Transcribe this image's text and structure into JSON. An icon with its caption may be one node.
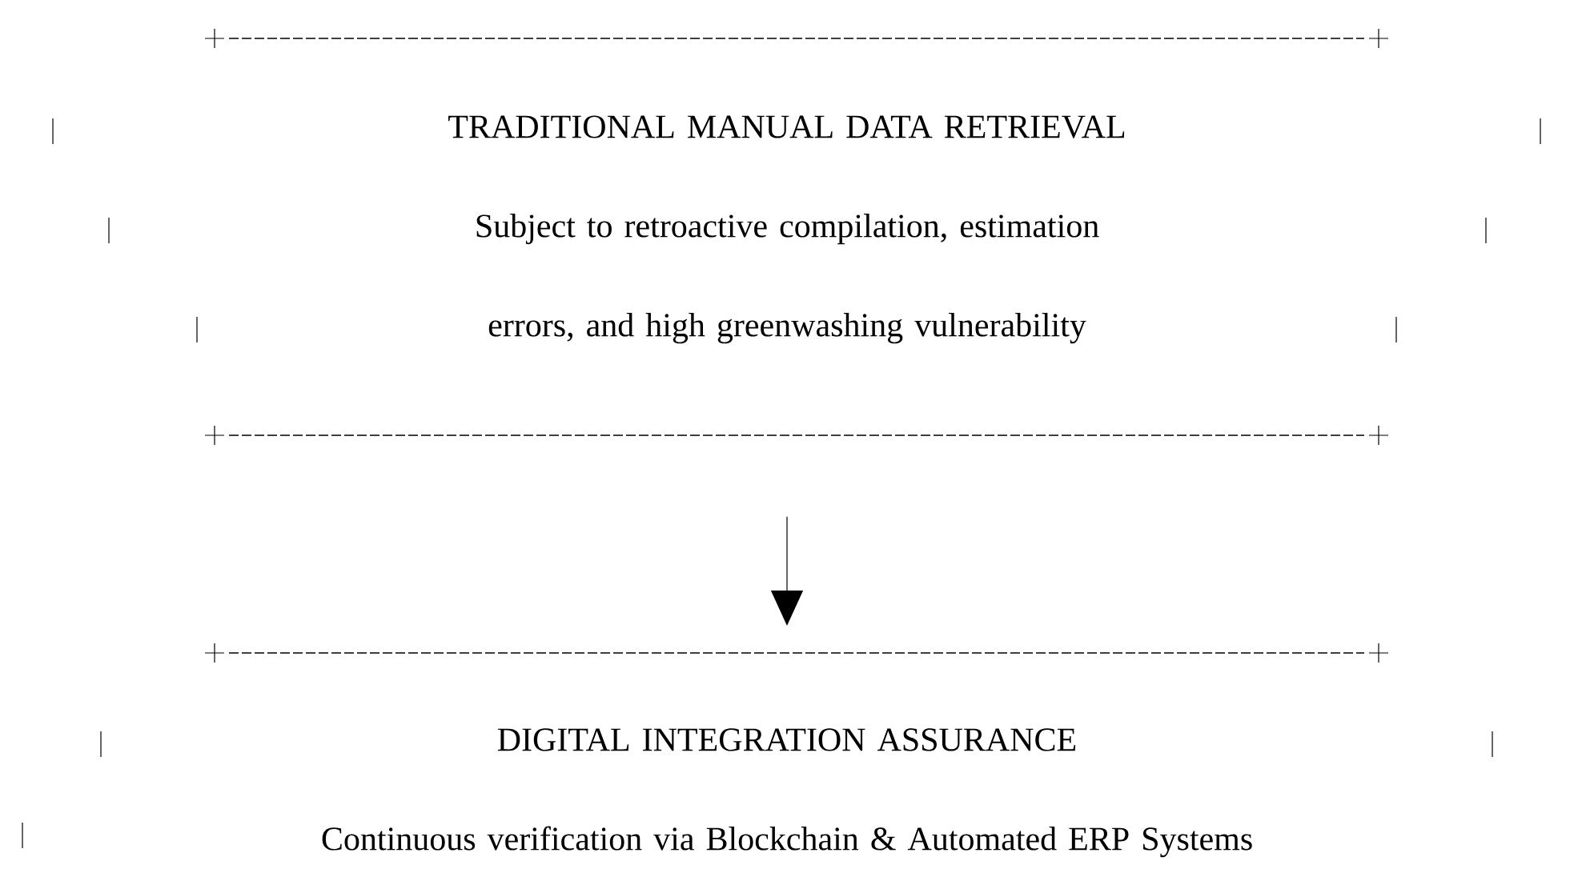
{
  "diagram": {
    "nodes": [
      {
        "text": [
          "TRADITIONAL MANUAL DATA RETRIEVAL",
          "Subject to retroactive compilation, estimation errors, and high greenwashing vulnerability"
        ]
      },
      {
        "text": [
          "DIGITAL INTEGRATION ASSURANCE",
          "Continuous verification via Blockchain & Automated ERP Systems"
        ]
      }
    ],
    "edges": [
      {
        "from": 0,
        "to": 1,
        "arrow": "to"
      }
    ]
  }
}
